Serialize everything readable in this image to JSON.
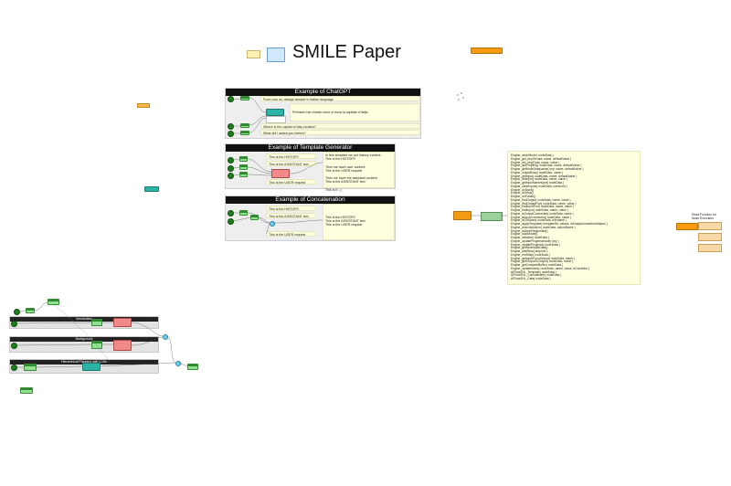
{
  "page_title": "SMILE Paper",
  "panels": {
    "chatgpt": {
      "title": "Example of ChatGPT",
      "messages": [
        "From now on, always answer in Italian language.",
        "Prémium hai chiesto dove si trova la capitale d'Italia.",
        "Where is the capital of Italy located?",
        "What did I asked you before?"
      ]
    },
    "template": {
      "title": "Example of Template Generator",
      "inputs": [
        "This is the HISTORY",
        "This is the ASSISTANT text",
        "This is the USER request"
      ],
      "note": "In this template we put history content:\nThis is the HISTORY\n\nThen we have user content:\nThis is the USER request\n\nThen we have the assistant content:\nThis is the ASSISTANT text\n\nThis is it ;-)"
    },
    "concat": {
      "title": "Example of Concatenation",
      "inputs": [
        "This is the HISTORY",
        "This is the ASSISTANT text",
        "This is the USER request"
      ],
      "note": "This is the HISTORY\nThis is the ASSISTANT text\nThis is the USER request"
    }
  },
  "engine_functions": "Engine_addr/Model; nodeData )\nEngine_get_keyOrData; name, defaultValue )\nEngine_set_key(Data, name, value )\nEngine_getProperty( nodeData, name, defaultValue )\nEngine_getNodeData(value( key, name, defaultValue )\nEngine_outputBody( nodeData, name )\nEngine_getInput( nodeData, name, defaultValue )\nEngine_setInput( nodeData, name, value )\nEngine_getInputNames(set( nodeData )\nEngine_clearInputs( nodeData, nameList )\nEngine_doStart()\nEngine_doStop()\nEngine_doPause()\nEngine_findOutput( nodeData, name, value )\nEngine_findOutputPort( nodeData, name, value )\nEngine_findInputPort( nodeData, name, value )\nEngine_findInput( nodeData, name, value )\nEngine_isOutputConnected( nodeData, name )\nEngine_isInputConnected( nodeData, name )\nEngine_isOldUsed( nodeData, infoname )\nEngine_applyTemplate( templateStr, values, isEmptyUnmatchedValues )\nEngine_executeAction( nodeData, actionName )\nEngine_isAbortRequested()\nEngine_loadModel()\nEngine_initialize( nodeData )\nEngine_updateProgressNode( key )\nEngine_updateProgress( nodeData )\nEngine_getNextNodeData()\nEngine_waitStep( stepInfo )\nEngine_endStep( nodeData )\nEngine_getInputFromOutput( nodeData, name )\nEngine_getOutputToOutput( nodeData, name )\nEngine_getComputeBuffer( nodeData )\nEngine_updateIntent( nodeData, name, value, bCondition )\nAIFlowSHL_Template( nodeData )\nAIFlowSHL_Concatenate( nodeData )\nAIFlowSHL_Data( nodeData )",
  "side_label": "Read Function for\nNode Execution",
  "strips": [
    "Introduction",
    "Background",
    "Hierarchical Planning with LLMs"
  ],
  "colors": {
    "green": "#8fe08f",
    "teal": "#2cb3a6",
    "red": "#f08a8a",
    "orange": "#f59b12",
    "note": "#ffffe0"
  }
}
